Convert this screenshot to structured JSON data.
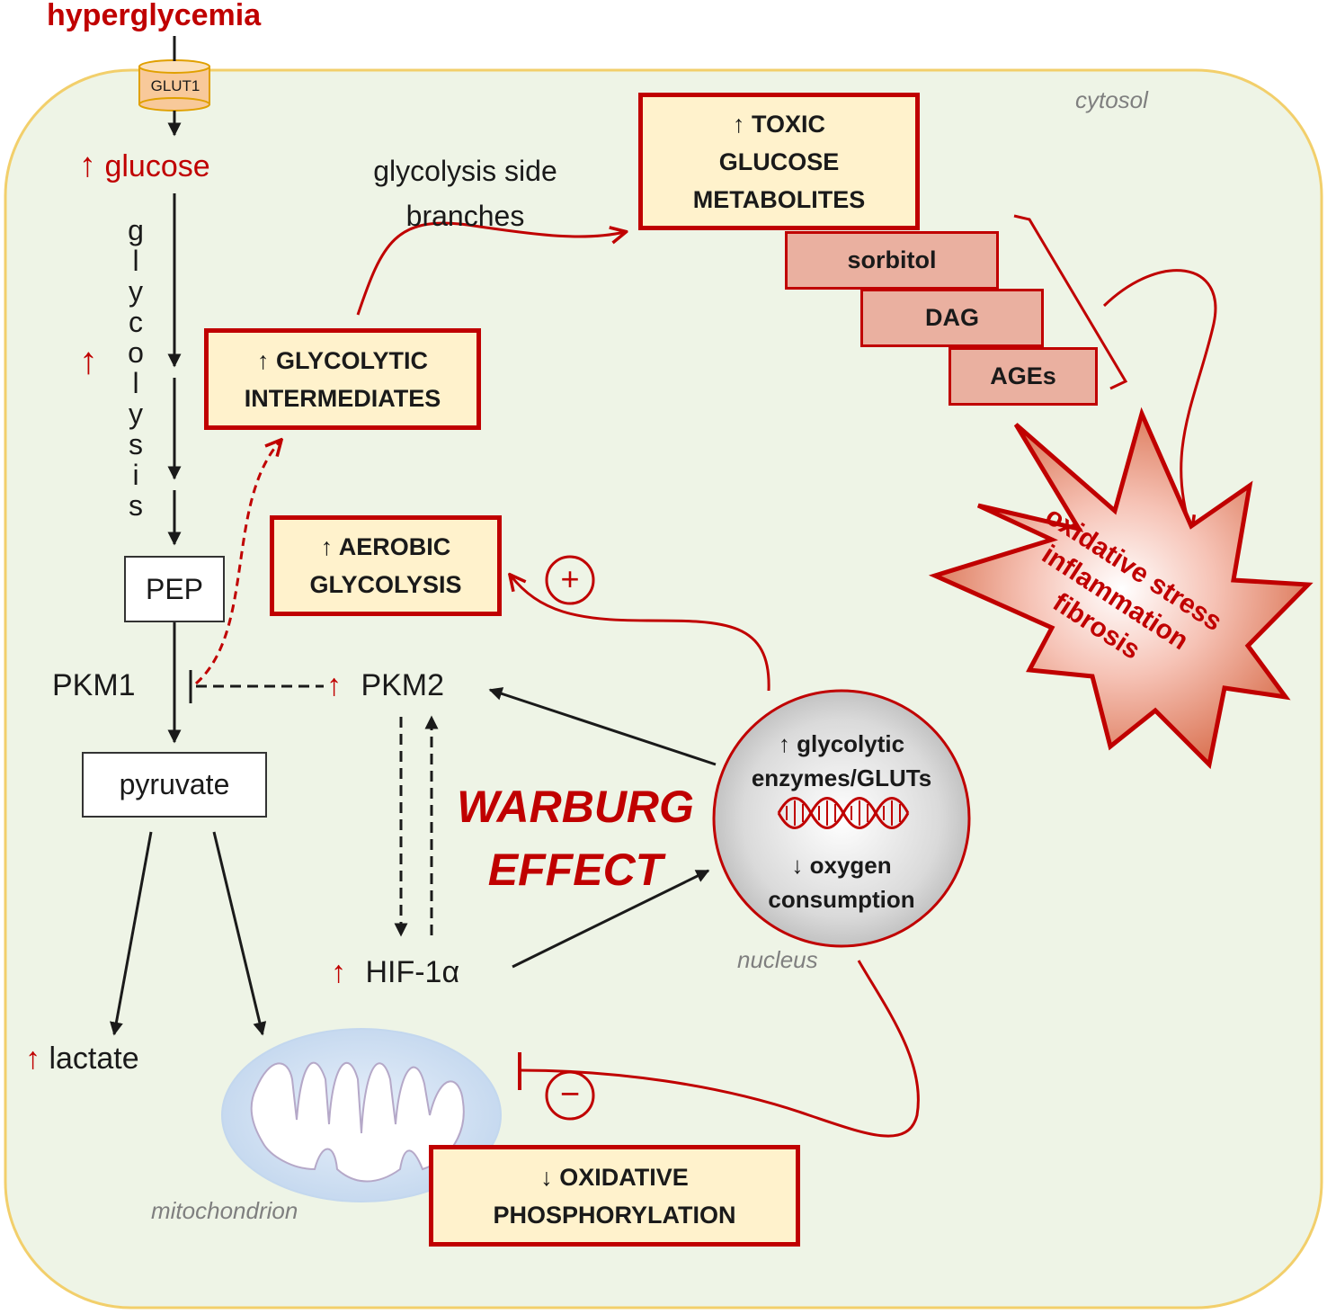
{
  "top": {
    "hyperglycemia": "hyperglycemia",
    "glut": "GLUT1"
  },
  "compartments": {
    "cytosol": "cytosol",
    "nucleus": "nucleus",
    "mitochondrion": "mitochondrion"
  },
  "pathway": {
    "glucose": "glucose",
    "glycolysis_letters": [
      "g",
      "l",
      "y",
      "c",
      "o",
      "l",
      "y",
      "s",
      "i",
      "s"
    ],
    "pep": "PEP",
    "pkm1": "PKM1",
    "pyruvate": "pyruvate",
    "lactate": "lactate",
    "pkm2": "PKM2",
    "hif": "HIF-1α"
  },
  "side_branch": {
    "line1": "glycolysis side",
    "line2": "branches"
  },
  "boxes": {
    "glycolytic_intermediates": {
      "line1": "↑ GLYCOLYTIC",
      "line2": "INTERMEDIATES"
    },
    "toxic": {
      "line1": "↑ TOXIC",
      "line2": "GLUCOSE",
      "line3": "METABOLITES"
    },
    "sorbitol": "sorbitol",
    "dag": "DAG",
    "ages": "AGEs",
    "aerobic": {
      "line1": "↑ AEROBIC",
      "line2": "GLYCOLYSIS"
    },
    "oxphos": {
      "line1": "↓ OXIDATIVE",
      "line2": "PHOSPHORYLATION"
    }
  },
  "starburst": {
    "line1": "oxidative stress",
    "line2": "inflammation",
    "line3": "fibrosis"
  },
  "warburg": {
    "line1": "WARBURG",
    "line2": "EFFECT"
  },
  "nucleus_text": {
    "line1": "↑ glycolytic",
    "line2": "enzymes/GLUTs",
    "line3": "↓ oxygen",
    "line4": "consumption"
  },
  "signs": {
    "plus": "+",
    "minus": "−"
  },
  "arrows": {
    "up": "↑"
  },
  "colors": {
    "accent_red": "#c00000",
    "cell_fill": "#eef4e6",
    "cell_border": "#f2cf6b",
    "box_fill": "#fff2cc",
    "pink_fill": "#eab0a0"
  }
}
